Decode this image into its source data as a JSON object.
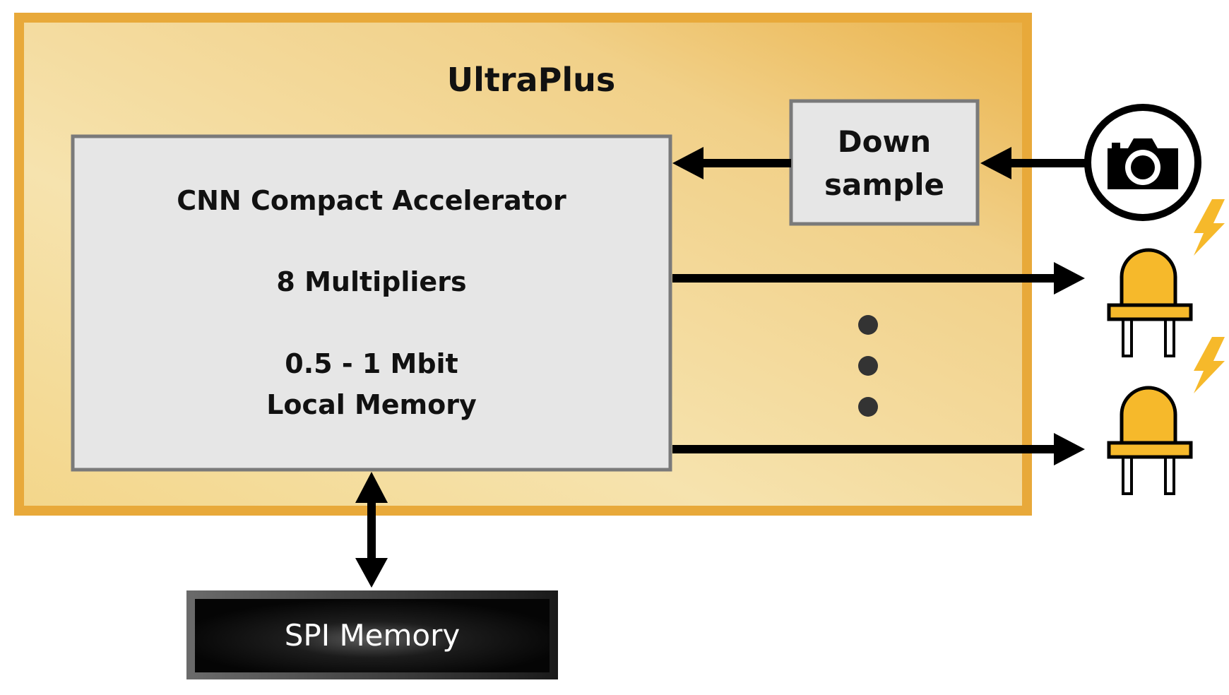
{
  "diagram": {
    "chip_label": "UltraPlus",
    "accelerator": {
      "title": "CNN Compact Accelerator",
      "multipliers": "8 Multipliers",
      "memory_line1": "0.5 - 1 Mbit",
      "memory_line2": "Local Memory"
    },
    "downsample": {
      "line1": "Down",
      "line2": "sample"
    },
    "spi_memory": "SPI Memory",
    "icons": {
      "camera": "camera-icon",
      "led": "led-icon",
      "lightning": "lightning-bolt-icon",
      "ellipsis": "vertical-ellipsis-icon"
    },
    "colors": {
      "chip_border": "#E8A93A",
      "chip_fill_light": "#F6E2A8",
      "chip_fill_dark": "#EDB448",
      "block_fill": "#E6E6E6",
      "block_border": "#7A7A7A",
      "led_fill": "#F6B92B",
      "bolt_fill": "#F6B92B",
      "arrow": "#000000",
      "spi_fill": "#111111"
    }
  }
}
